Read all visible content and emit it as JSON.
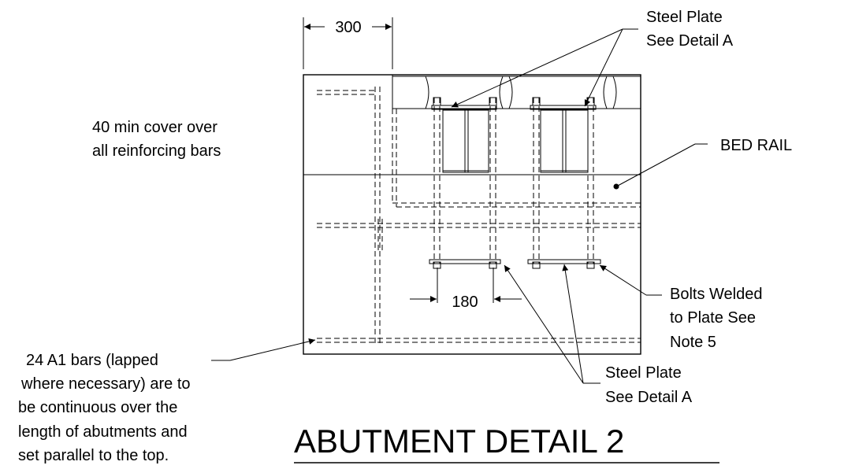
{
  "title": "ABUTMENT DETAIL 2",
  "dimensions": {
    "top_width": "300",
    "bolt_spacing": "180"
  },
  "labels": {
    "steel_plate_top": [
      "Steel Plate",
      "See Detail A"
    ],
    "cover": [
      "40 min cover over",
      "all reinforcing bars"
    ],
    "bed_rail": "BED RAIL",
    "bolts_welded": [
      "Bolts Welded",
      "to Plate See",
      "Note 5"
    ],
    "bars": [
      "24 A1 bars (lapped",
      "where necessary) are to",
      "be continuous over the",
      "length of abutments and",
      "set parallel to the top."
    ],
    "steel_plate_bottom": [
      "Steel Plate",
      "See Detail A"
    ]
  }
}
